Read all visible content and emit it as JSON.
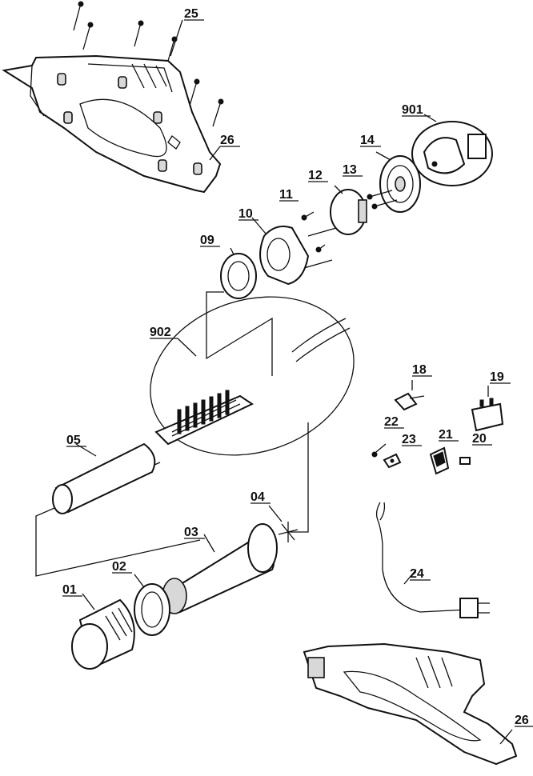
{
  "figure": {
    "callouts": [
      {
        "id": "c01",
        "text": "01"
      },
      {
        "id": "c02",
        "text": "02"
      },
      {
        "id": "c03",
        "text": "03"
      },
      {
        "id": "c04",
        "text": "04"
      },
      {
        "id": "c05",
        "text": "05"
      },
      {
        "id": "c09",
        "text": "09"
      },
      {
        "id": "c10",
        "text": "10"
      },
      {
        "id": "c11",
        "text": "11"
      },
      {
        "id": "c12",
        "text": "12"
      },
      {
        "id": "c13",
        "text": "13"
      },
      {
        "id": "c14",
        "text": "14"
      },
      {
        "id": "c18",
        "text": "18"
      },
      {
        "id": "c19",
        "text": "19"
      },
      {
        "id": "c20",
        "text": "20"
      },
      {
        "id": "c21",
        "text": "21"
      },
      {
        "id": "c22",
        "text": "22"
      },
      {
        "id": "c23",
        "text": "23"
      },
      {
        "id": "c24",
        "text": "24"
      },
      {
        "id": "c25",
        "text": "25"
      },
      {
        "id": "c26a",
        "text": "26"
      },
      {
        "id": "c26b",
        "text": "26"
      },
      {
        "id": "c901",
        "text": "901"
      },
      {
        "id": "c902",
        "text": "902"
      }
    ],
    "line_color": "#111111",
    "background": "#ffffff"
  }
}
